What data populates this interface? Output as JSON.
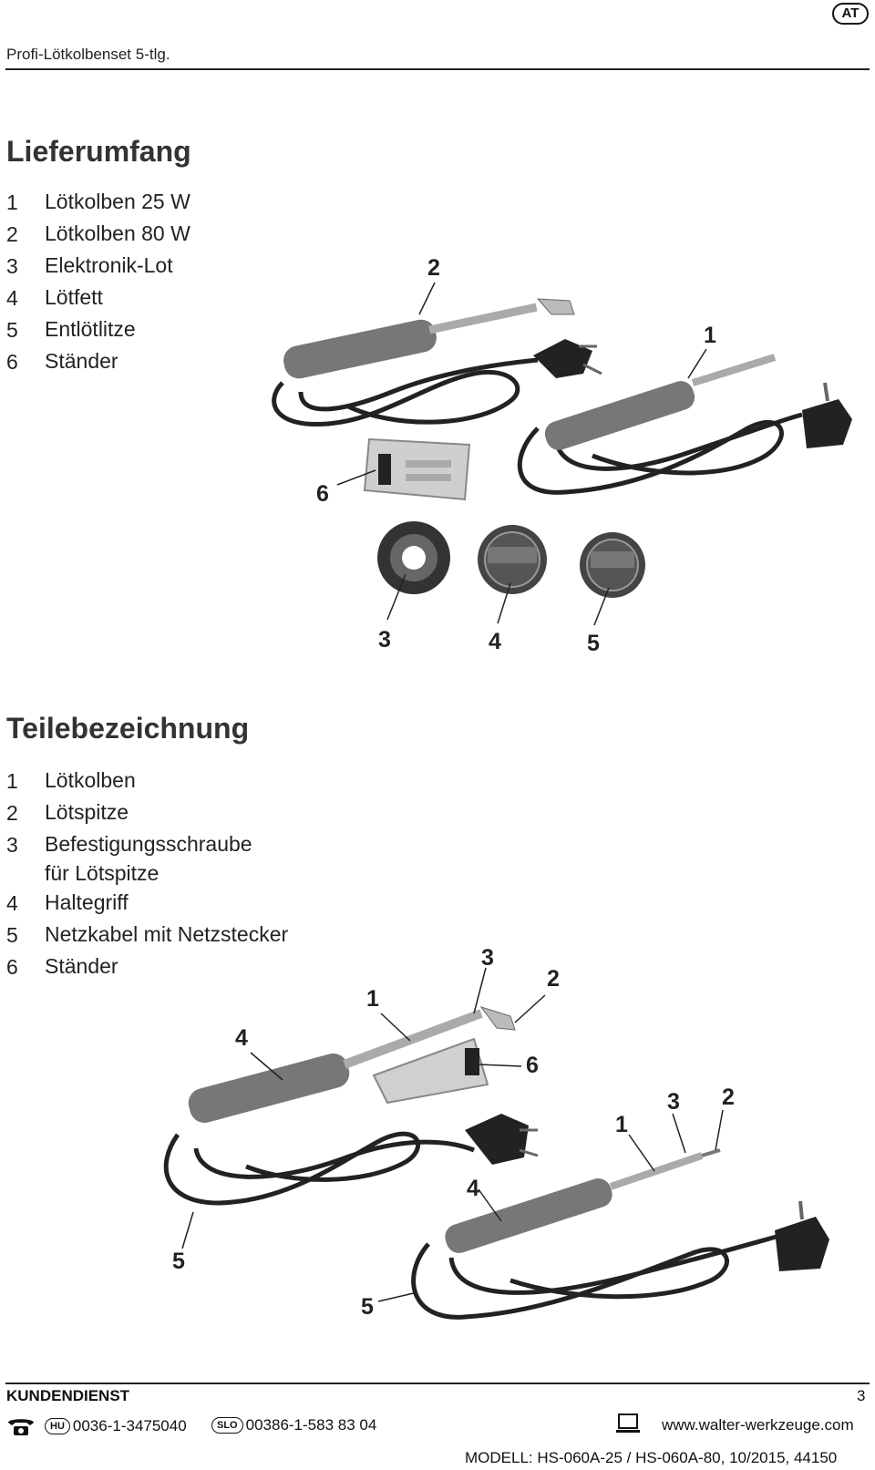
{
  "header": {
    "country": "AT",
    "doc_title": "Profi-Lötkolbenset 5-tlg."
  },
  "scope": {
    "title": "Lieferumfang",
    "items": [
      {
        "num": "1",
        "text": "Lötkolben 25 W"
      },
      {
        "num": "2",
        "text": "Lötkolben 80 W"
      },
      {
        "num": "3",
        "text": "Elektronik-Lot"
      },
      {
        "num": "4",
        "text": "Lötfett"
      },
      {
        "num": "5",
        "text": "Entlötlitze"
      },
      {
        "num": "6",
        "text": "Ständer"
      }
    ],
    "callouts": [
      "2",
      "1",
      "6",
      "3",
      "4",
      "5"
    ]
  },
  "parts": {
    "title": "Teilebezeichnung",
    "items": [
      {
        "num": "1",
        "text": "Lötkolben"
      },
      {
        "num": "2",
        "text": "Lötspitze"
      },
      {
        "num": "3",
        "text": "Befestigungsschraube\nfür Lötspitze"
      },
      {
        "num": "4",
        "text": "Haltegriff"
      },
      {
        "num": "5",
        "text": "Netzkabel mit Netzstecker"
      },
      {
        "num": "6",
        "text": "Ständer"
      }
    ],
    "callouts": [
      "3",
      "2",
      "1",
      "4",
      "6",
      "3",
      "2",
      "1",
      "4",
      "5",
      "5"
    ]
  },
  "footer": {
    "label": "KUNDENDIENST",
    "page": "3",
    "hu_badge": "HU",
    "hu_phone": "0036-1-3475040",
    "slo_badge": "SLO",
    "slo_phone": "00386-1-583 83 04",
    "website": "www.walter-werkzeuge.com",
    "model": "MODELL: HS-060A-25 / HS-060A-80, 10/2015, 44150"
  }
}
